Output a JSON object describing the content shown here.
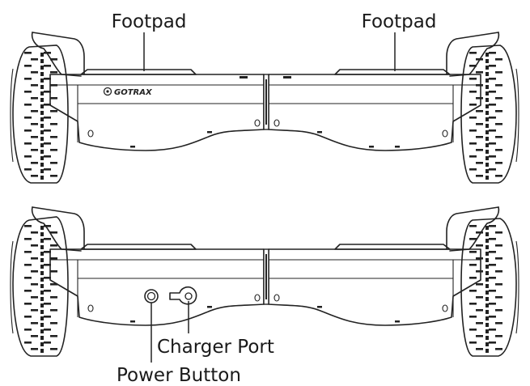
{
  "labels": {
    "footpad_left": "Footpad",
    "footpad_right": "Footpad",
    "charger_port": "Charger Port",
    "power_button": "Power Button"
  },
  "brand": {
    "logo_text": "GOTRAX"
  },
  "icons": {
    "logo_mark": "gotrax-logo-icon",
    "charger_port": "keyhole-port-icon",
    "power_button": "round-button-icon"
  }
}
